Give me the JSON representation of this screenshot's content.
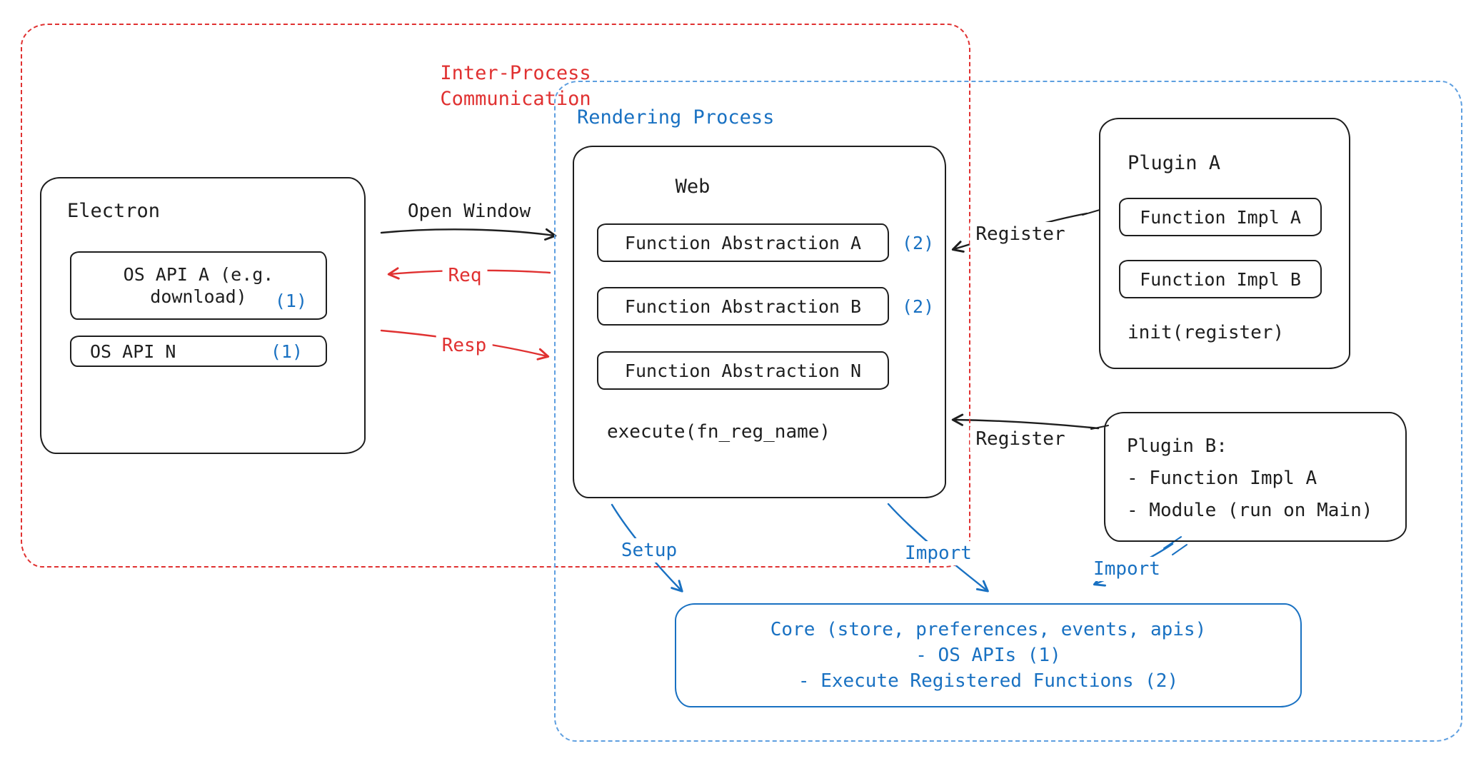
{
  "colors": {
    "black": "#1e1e1e",
    "red": "#e03131",
    "blue": "#1971c2",
    "blue_dashed": "#5e9fe0"
  },
  "groups": {
    "ipc": {
      "label": "Inter-Process\nCommunication"
    },
    "rendering": {
      "label": "Rendering Process"
    }
  },
  "electron": {
    "title": "Electron",
    "api_a": {
      "line1": "OS API A (e.g.",
      "line2": "download)",
      "ref": "(1)"
    },
    "api_n": {
      "label": "OS API N",
      "ref": "(1)"
    }
  },
  "web": {
    "title": "Web",
    "abstraction_a": {
      "label": "Function Abstraction A",
      "ref": "(2)"
    },
    "abstraction_b": {
      "label": "Function Abstraction B",
      "ref": "(2)"
    },
    "abstraction_n": {
      "label": "Function Abstraction N",
      "ref": ""
    },
    "execute": "execute(fn_reg_name)"
  },
  "plugin_a": {
    "title": "Plugin A",
    "impl_a": "Function Impl A",
    "impl_b": "Function Impl B",
    "init": "init(register)"
  },
  "plugin_b": {
    "title": "Plugin B:",
    "item_1": "- Function Impl A",
    "item_2": "- Module (run on Main)"
  },
  "core": {
    "line1": "Core (store, preferences, events, apis)",
    "line2": "- OS APIs (1)",
    "line3": "- Execute Registered Functions (2)"
  },
  "arrows": {
    "open_window": "Open Window",
    "req": "Req",
    "resp": "Resp",
    "register_a": "Register",
    "register_b": "Register",
    "setup": "Setup",
    "import_web": "Import",
    "import_plugin_b": "Import"
  }
}
